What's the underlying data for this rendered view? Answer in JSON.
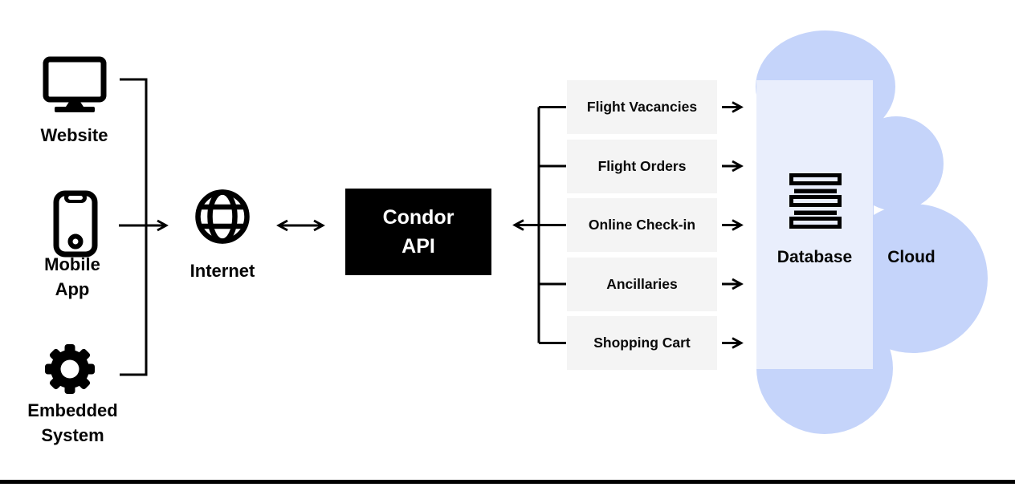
{
  "diagram": {
    "clients": [
      {
        "label": "Website",
        "icon": "desktop-monitor-icon"
      },
      {
        "label": "Mobile\nApp",
        "icon": "smartphone-icon"
      },
      {
        "label": "Embedded\nSystem",
        "icon": "gear-icon"
      }
    ],
    "internet": {
      "label": "Internet",
      "icon": "globe-icon"
    },
    "api_box": {
      "label": "Condor\nAPI"
    },
    "services": [
      {
        "label": "Flight Vacancies"
      },
      {
        "label": "Flight Orders"
      },
      {
        "label": "Online Check-in"
      },
      {
        "label": "Ancillaries"
      },
      {
        "label": "Shopping Cart"
      }
    ],
    "database": {
      "label": "Database",
      "icon": "database-stack-icon"
    },
    "cloud": {
      "label": "Cloud"
    }
  },
  "colors": {
    "cloud_fill": "#c5d4fa",
    "database_panel_fill": "#e9eefc",
    "service_box_fill": "#f4f4f4",
    "api_box_fill": "#000000",
    "api_box_text": "#ffffff",
    "line_color": "#000000",
    "background": "#ffffff"
  }
}
